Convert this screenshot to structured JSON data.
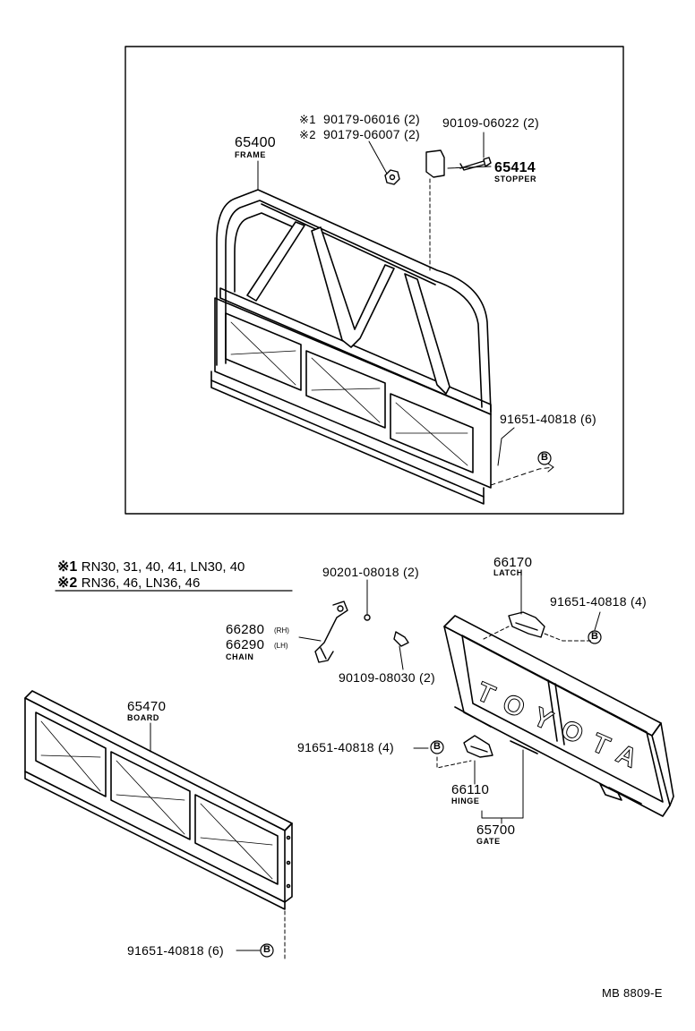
{
  "top_box": {
    "frame": {
      "part": "65400",
      "name": "FRAME"
    },
    "nut1_code": "※1",
    "nut1_part": "90179-06016 (2)",
    "nut2_code": "※2",
    "nut2_part": "90179-06007 (2)",
    "bolt_part": "90109-06022 (2)",
    "stopper": {
      "part": "65414",
      "name": "STOPPER"
    },
    "frame_bolt": "91651-40818 (6)",
    "ref_b": "B"
  },
  "legend": [
    {
      "code": "※1",
      "models": "RN30, 31, 40, 41, LN30, 40"
    },
    {
      "code": "※2",
      "models": "RN36, 46, LN36, 46"
    }
  ],
  "lower": {
    "clip": "90201-08018 (2)",
    "chain_rh_part": "66280",
    "chain_rh_side": "(RH)",
    "chain_lh_part": "66290",
    "chain_lh_side": "(LH)",
    "chain_name": "CHAIN",
    "chain_bolt": "90109-08030 (2)",
    "board": {
      "part": "65470",
      "name": "BOARD"
    },
    "board_bolt": "91651-40818 (6)",
    "latch": {
      "part": "66170",
      "name": "LATCH"
    },
    "latch_bolt": "91651-40818 (4)",
    "hinge_bolt": "91651-40818 (4)",
    "hinge": {
      "part": "66110",
      "name": "HINGE"
    },
    "gate": {
      "part": "65700",
      "name": "GATE"
    },
    "gate_lettering": "TOYOTA",
    "ref_b": "B"
  },
  "footer": {
    "code": "MB 8809-E"
  }
}
